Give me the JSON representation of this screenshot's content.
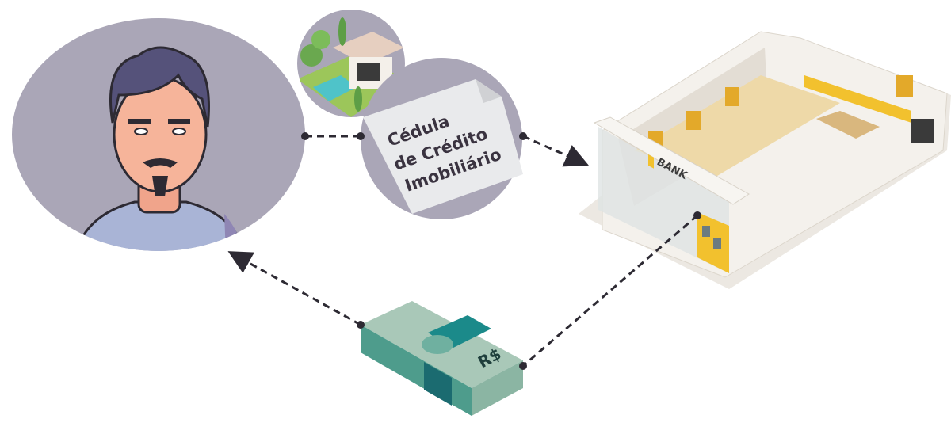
{
  "document": {
    "lines": [
      "Cédula",
      "de Crédito",
      "Imobiliário"
    ]
  },
  "bank": {
    "sign": "BANK"
  },
  "money": {
    "currency": "R$"
  },
  "colors": {
    "circle": "#aaa6b7",
    "paper": "#e9eaec",
    "text": "#3a3340",
    "arrow": "#2d2a33",
    "bank_yellow": "#f2c12e",
    "money_green": "#6fb0a0",
    "money_dark": "#1b6b70"
  }
}
